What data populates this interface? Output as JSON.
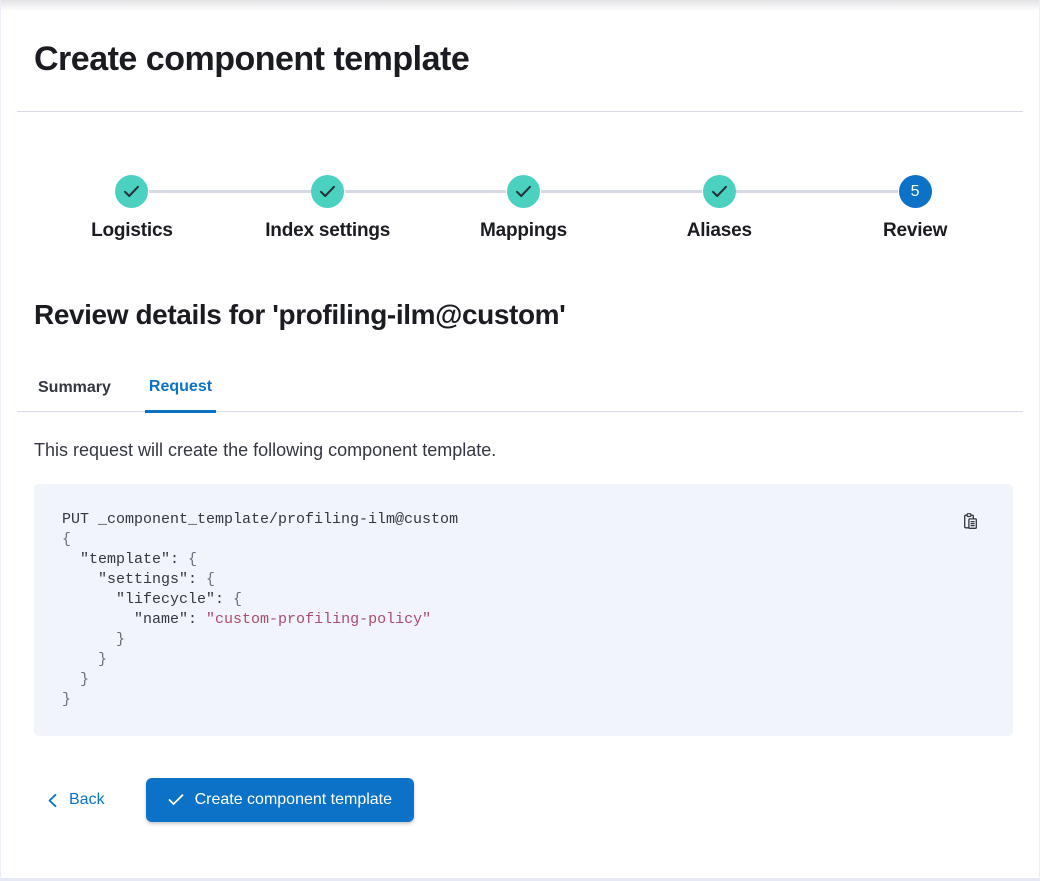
{
  "page": {
    "title": "Create component template"
  },
  "stepper": {
    "steps": [
      {
        "label": "Logistics",
        "status": "complete"
      },
      {
        "label": "Index settings",
        "status": "complete"
      },
      {
        "label": "Mappings",
        "status": "complete"
      },
      {
        "label": "Aliases",
        "status": "complete"
      },
      {
        "label": "Review",
        "status": "current",
        "number": "5"
      }
    ]
  },
  "review": {
    "heading": "Review details for 'profiling-ilm@custom'",
    "tabs": [
      {
        "label": "Summary",
        "active": false
      },
      {
        "label": "Request",
        "active": true
      }
    ],
    "description": "This request will create the following component template."
  },
  "code_lines": [
    [
      {
        "t": "PUT _component_template/profiling-ilm@custom",
        "k": "plain"
      }
    ],
    [
      {
        "t": "{",
        "k": "punc"
      }
    ],
    [
      {
        "t": "  \"template\"",
        "k": "key"
      },
      {
        "t": ": ",
        "k": "plain"
      },
      {
        "t": "{",
        "k": "punc"
      }
    ],
    [
      {
        "t": "    \"settings\"",
        "k": "key"
      },
      {
        "t": ": ",
        "k": "plain"
      },
      {
        "t": "{",
        "k": "punc"
      }
    ],
    [
      {
        "t": "      \"lifecycle\"",
        "k": "key"
      },
      {
        "t": ": ",
        "k": "plain"
      },
      {
        "t": "{",
        "k": "punc"
      }
    ],
    [
      {
        "t": "        \"name\"",
        "k": "key"
      },
      {
        "t": ": ",
        "k": "plain"
      },
      {
        "t": "\"custom-profiling-policy\"",
        "k": "string"
      }
    ],
    [
      {
        "t": "      }",
        "k": "punc"
      }
    ],
    [
      {
        "t": "    }",
        "k": "punc"
      }
    ],
    [
      {
        "t": "  }",
        "k": "punc"
      }
    ],
    [
      {
        "t": "}",
        "k": "punc"
      }
    ]
  ],
  "footer": {
    "back_label": "Back",
    "submit_label": "Create component template"
  },
  "icons": {
    "step_complete": "check-icon",
    "current_step": "number-badge",
    "copy": "copy-clipboard-icon",
    "back": "chevron-left-icon",
    "submit": "check-icon"
  },
  "colors": {
    "primary_blue": "#0b72c7",
    "success_teal": "#4ad1c0",
    "heading_text": "#1a1c21",
    "body_text": "#343741",
    "divider": "#d6daea",
    "code_background": "#f1f4fa",
    "code_string": "#aa4b73",
    "code_punctuation": "#69707d"
  }
}
